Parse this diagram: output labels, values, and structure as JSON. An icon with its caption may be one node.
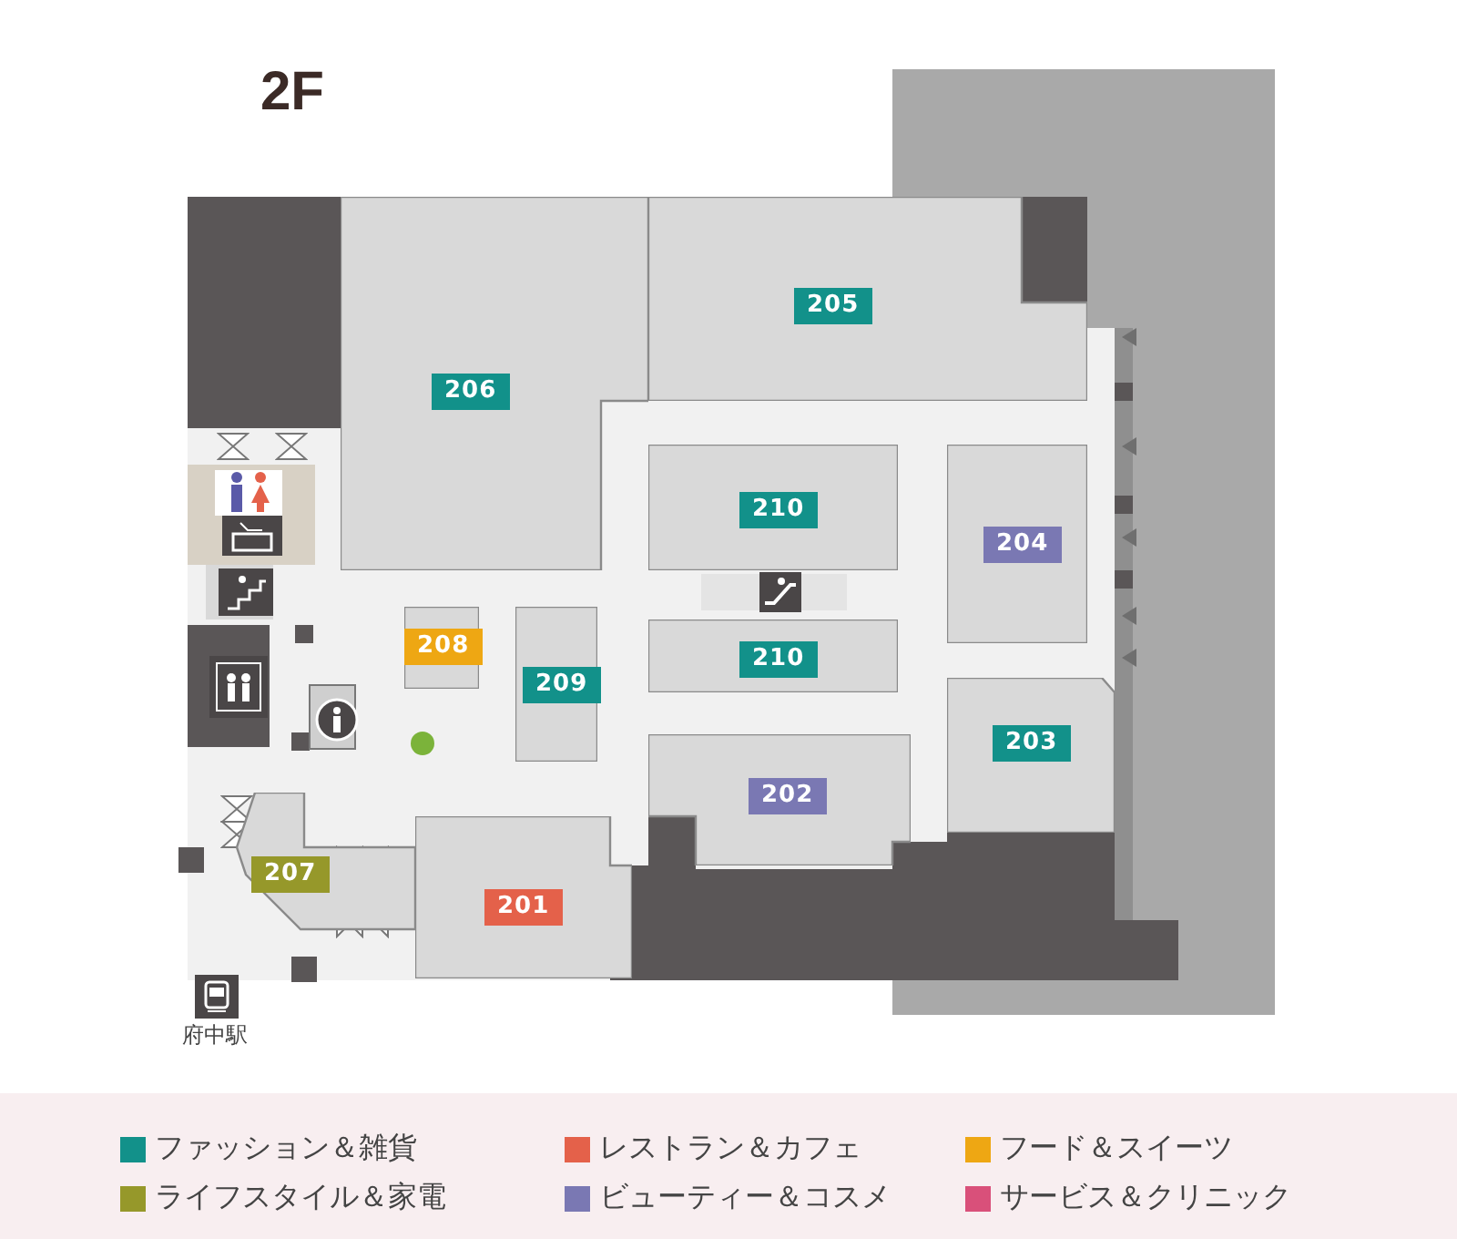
{
  "diagram": {
    "title": "2F",
    "nodes": [
      {
        "text": [
          "205"
        ]
      },
      {
        "text": [
          "206"
        ]
      },
      {
        "text": [
          "210"
        ]
      },
      {
        "text": [
          "204"
        ]
      },
      {
        "text": [
          "208"
        ]
      },
      {
        "text": [
          "210"
        ]
      },
      {
        "text": [
          "209"
        ]
      },
      {
        "text": [
          "203"
        ]
      },
      {
        "text": [
          "202"
        ]
      },
      {
        "text": [
          "207"
        ]
      },
      {
        "text": [
          "201"
        ]
      }
    ],
    "labels": [
      "府中駅"
    ],
    "legend": [
      {
        "text": "ファッション＆雑貨",
        "color": "#12918a"
      },
      {
        "text": "レストラン＆カフェ",
        "color": "#e4614a"
      },
      {
        "text": "フード＆スイーツ",
        "color": "#eea713"
      },
      {
        "text": "ライフスタイル＆家電",
        "color": "#96982a"
      },
      {
        "text": "ビューティー＆コスメ",
        "color": "#7a78b3"
      },
      {
        "text": "サービス＆クリニック",
        "color": "#d9507a"
      }
    ]
  }
}
